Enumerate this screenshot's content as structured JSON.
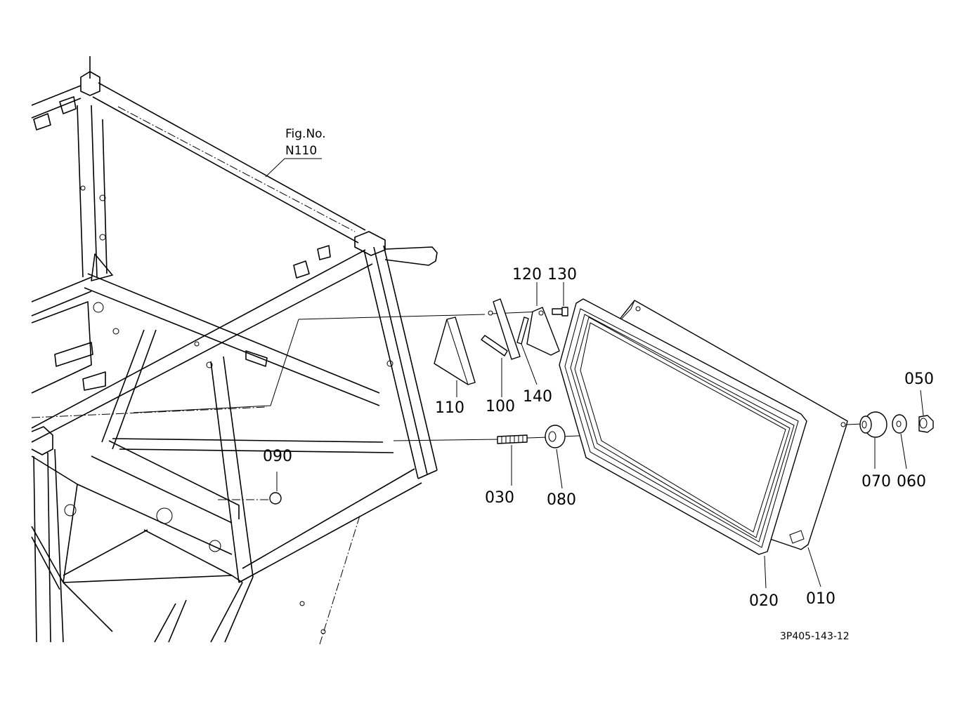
{
  "figure_reference": {
    "line1": "Fig.No.",
    "line2": "N110"
  },
  "drawing_code": "3P405-143-12",
  "parts": {
    "p010": "010",
    "p020": "020",
    "p030": "030",
    "p050": "050",
    "p060": "060",
    "p070": "070",
    "p080": "080",
    "p090": "090",
    "p100": "100",
    "p110": "110",
    "p120": "120",
    "p130": "130",
    "p140": "140"
  }
}
